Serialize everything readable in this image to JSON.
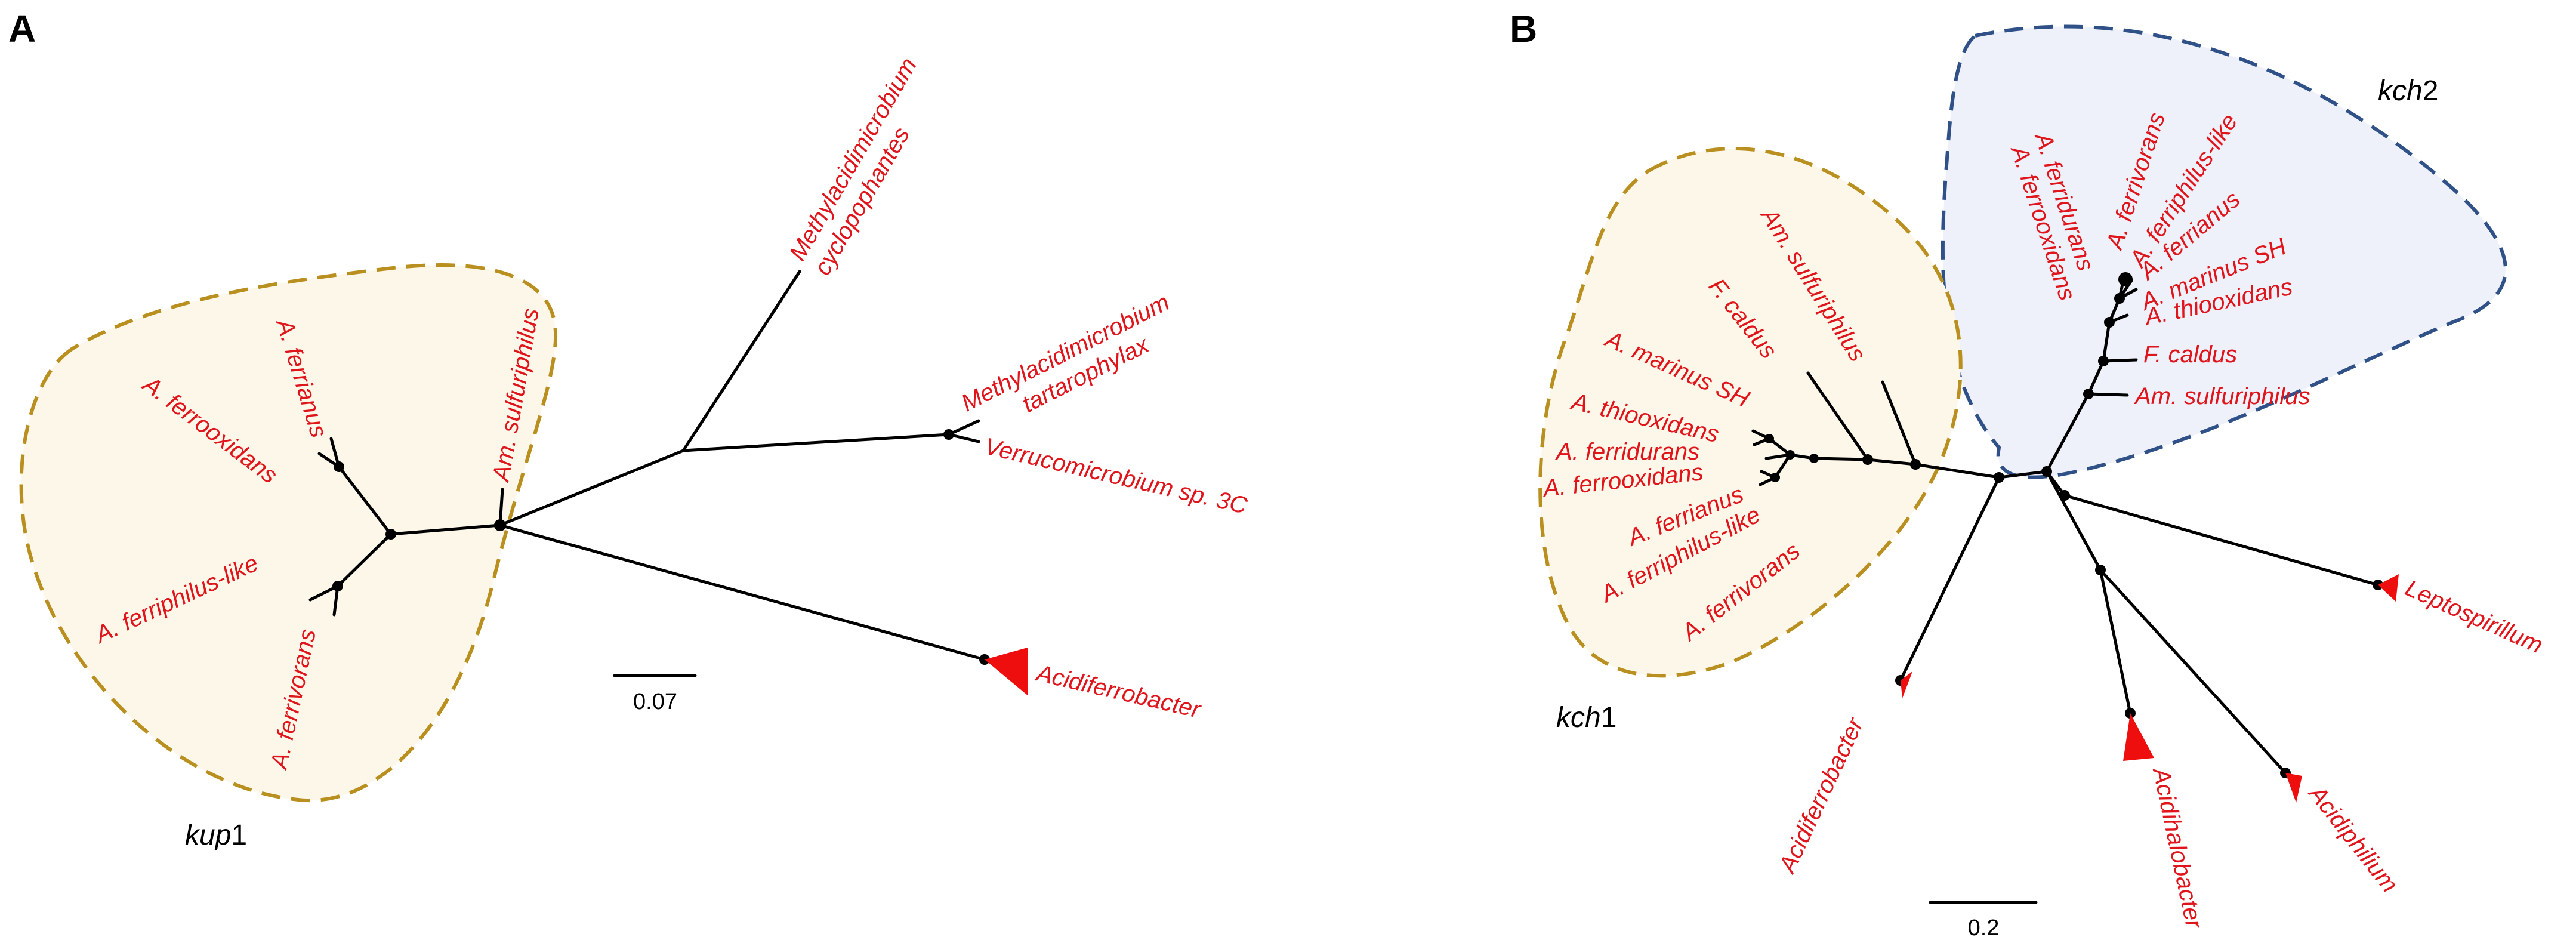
{
  "panels": {
    "a": {
      "letter": "A",
      "scale_label": "0.07",
      "gene_prefix": "kup",
      "gene_suffix": "1",
      "leaves": {
        "methylacidimicrobium_1_line1": "Methylacidimicrobium",
        "methylacidimicrobium_1_line2": "cyclopophantes",
        "methylacidimicrobium_2_line1": "Methylacidimicrobium",
        "methylacidimicrobium_2_line2": "tartarophylax",
        "verrucomicrobium": "Verrucomicrobium sp. 3C",
        "acidiferrobacter": "Acidiferrobacter",
        "am_sulfuriphilus": "Am. sulfuriphilus",
        "a_ferrianus": "A. ferrianus",
        "a_ferrooxidans": "A. ferrooxidans",
        "a_ferriphilus_like": "A. ferriphilus-like",
        "a_ferrivorans": "A. ferrivorans"
      }
    },
    "b": {
      "letter": "B",
      "scale_label": "0.2",
      "gene1_prefix": "kch",
      "gene1_suffix": "1",
      "gene2_prefix": "kch",
      "gene2_suffix": "2",
      "kch1_leaves": {
        "am_sulfuriphilus": "Am. sulfuriphilus",
        "f_caldus": "F. caldus",
        "a_marinus": "A. marinus SH",
        "a_thiooxidans": "A. thiooxidans",
        "a_ferridurans": "A. ferridurans",
        "a_ferrooxidans": "A. ferrooxidans",
        "a_ferrianus": "A. ferrianus",
        "a_ferriphilus_like": "A. ferriphilus-like",
        "a_ferrivorans": "A. ferrivorans"
      },
      "kch2_leaves": {
        "a_ferridurans": "A. ferridurans",
        "a_ferrooxidans": "A. ferrooxidans",
        "a_ferrivorans": "A. ferrivorans",
        "a_ferriphilus_like": "A. ferriphilus-like",
        "a_ferrianus": "A. ferrianus",
        "a_marinus": "A. marinus SH",
        "a_thiooxidans": "A. thiooxidans",
        "f_caldus": "F. caldus",
        "am_sulfuriphilus": "Am. sulfuriphilus"
      },
      "outgroups": {
        "acidiferrobacter": "Acidiferrobacter",
        "acidihalobacter": "Acidihalobacter",
        "acidiphilium": "Acidiphilium",
        "leptospirillum": "Leptospirillum"
      }
    }
  },
  "colors": {
    "leaf_text": "#e0141b",
    "kch1_fill": "#fdf7ea",
    "kch1_stroke": "#b9901f",
    "kch2_fill": "#eef1fa",
    "kch2_stroke": "#2f5188",
    "clade_triangle": "#ee0e0e"
  }
}
